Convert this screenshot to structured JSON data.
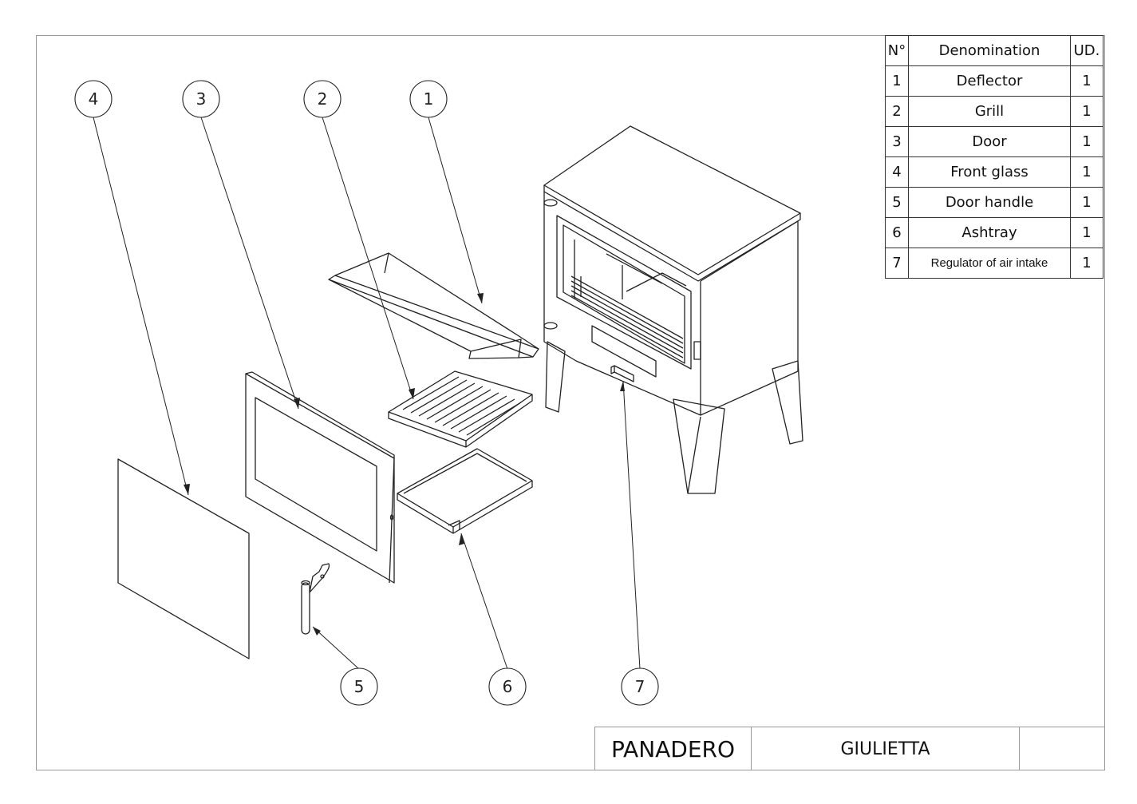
{
  "balloons": [
    {
      "num": "1"
    },
    {
      "num": "2"
    },
    {
      "num": "3"
    },
    {
      "num": "4"
    },
    {
      "num": "5"
    },
    {
      "num": "6"
    },
    {
      "num": "7"
    }
  ],
  "parts_table": {
    "headers": [
      "N°",
      "Denomination",
      "UD."
    ],
    "rows": [
      {
        "no": "1",
        "name": "Deflector",
        "ud": "1"
      },
      {
        "no": "2",
        "name": "Grill",
        "ud": "1"
      },
      {
        "no": "3",
        "name": "Door",
        "ud": "1"
      },
      {
        "no": "4",
        "name": "Front glass",
        "ud": "1"
      },
      {
        "no": "5",
        "name": "Door handle",
        "ud": "1"
      },
      {
        "no": "6",
        "name": "Ashtray",
        "ud": "1"
      },
      {
        "no": "7",
        "name": "Regulator of air intake",
        "ud": "1"
      }
    ]
  },
  "title_block": {
    "brand": "PANADERO",
    "model": "GIULIETTA"
  }
}
